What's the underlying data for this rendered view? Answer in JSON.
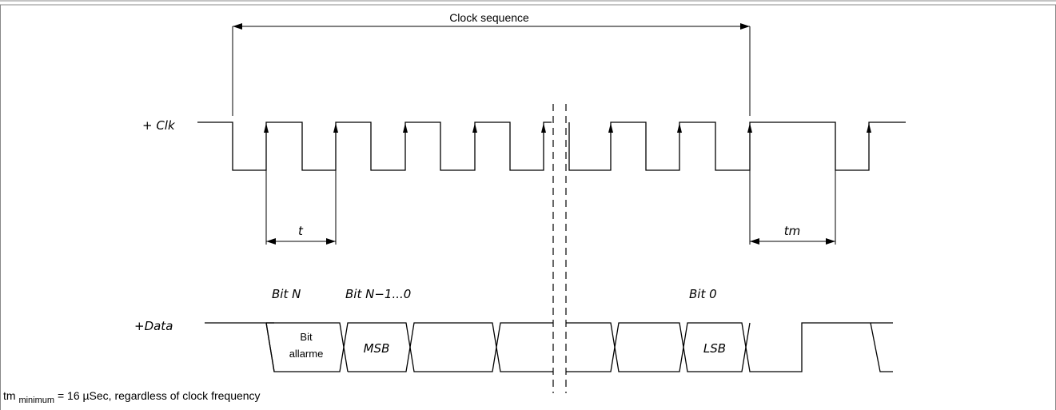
{
  "title": "Clock sequence",
  "signals": {
    "clock": "+ Clk",
    "data": "+Data"
  },
  "timing": {
    "t": "t",
    "tm": "tm"
  },
  "bit_labels": {
    "bit_n": "Bit  N",
    "bit_n1": "Bit  N−1...0",
    "bit_0": "Bit  0"
  },
  "data_cells": {
    "alarm_line1": "Bit",
    "alarm_line2": "allarme",
    "msb": "MSB",
    "lsb": "LSB"
  },
  "footnote": {
    "prefix": "tm ",
    "subscript": "minimum",
    "suffix": " = 16 µSec, regardless of clock frequency"
  },
  "colors": {
    "line": "#000000",
    "background": "#ffffff",
    "frame": "#888888"
  }
}
